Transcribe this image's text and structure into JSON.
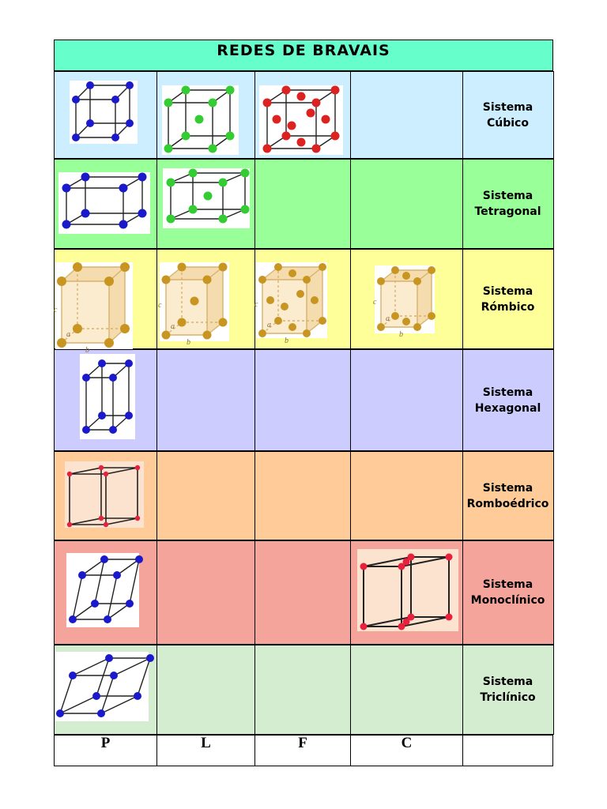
{
  "title": "REDES DE BRAVAIS",
  "rows": [
    {
      "label_1": "Sistema",
      "label_2": "Cúbico"
    },
    {
      "label_1": "Sistema",
      "label_2": "Tetragonal"
    },
    {
      "label_1": "Sistema",
      "label_2": "Rómbico"
    },
    {
      "label_1": "Sistema",
      "label_2": "Hexagonal"
    },
    {
      "label_1": "Sistema",
      "label_2": "Romboédrico"
    },
    {
      "label_1": "Sistema",
      "label_2": "Monoclínico"
    },
    {
      "label_1": "Sistema",
      "label_2": "Triclínico"
    }
  ],
  "columns": [
    "P",
    "L",
    "F",
    "C"
  ],
  "row_colors": [
    "#cceeff",
    "#99ff99",
    "#ffff99",
    "#ccccff",
    "#ffcc99",
    "#f4a49a",
    "#d4ecd0"
  ],
  "atom_colors": {
    "blue": "#1a1acc",
    "green": "#33cc33",
    "red": "#dd2222",
    "gold": "#c89520",
    "crimson": "#e8203c"
  },
  "axis_labels": {
    "a": "a",
    "b": "b",
    "c": "c"
  },
  "icons": {
    "cubic_p": "cube-primitive-icon",
    "cubic_i": "cube-body-centered-icon",
    "cubic_f": "cube-face-centered-icon",
    "tetragonal_p": "tetragonal-primitive-icon",
    "tetragonal_i": "tetragonal-body-centered-icon",
    "orthorhombic_p": "orthorhombic-primitive-icon",
    "orthorhombic_i": "orthorhombic-body-centered-icon",
    "orthorhombic_f": "orthorhombic-face-centered-icon",
    "orthorhombic_c": "orthorhombic-base-centered-icon",
    "hexagonal_p": "hexagonal-primitive-icon",
    "rhombohedral_p": "rhombohedral-primitive-icon",
    "monoclinic_p": "monoclinic-primitive-icon",
    "monoclinic_c": "monoclinic-base-centered-icon",
    "triclinic_p": "triclinic-primitive-icon"
  }
}
